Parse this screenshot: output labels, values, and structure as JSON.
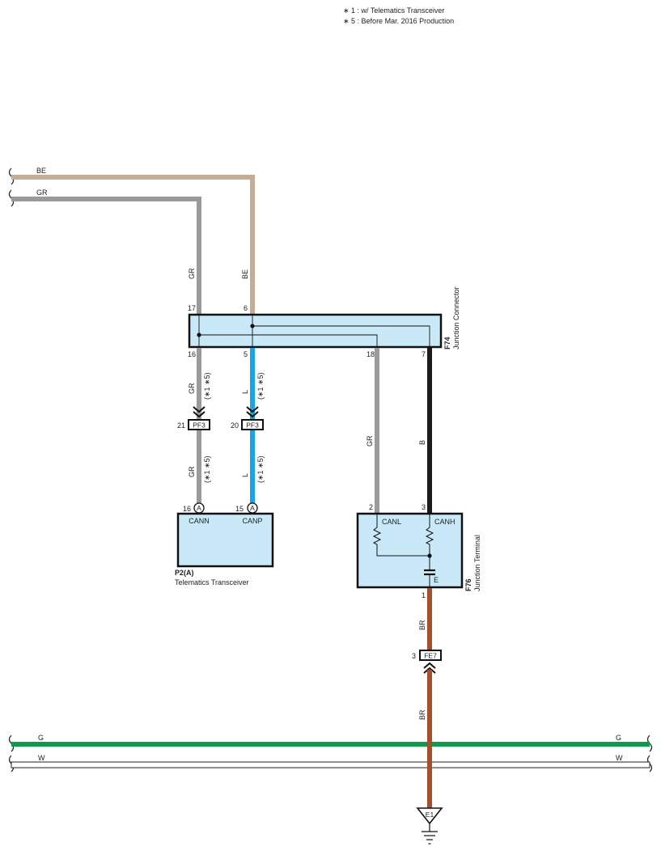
{
  "notes": {
    "n1": "∗ 1 : w/ Telematics Transceiver",
    "n5": "∗ 5 : Before Mar.  2016 Production"
  },
  "colors": {
    "BE": "#c2ad97",
    "GR": "#9a9a9a",
    "L": "#1aa3e6",
    "B": "#1b1b1b",
    "BR": "#a5502d",
    "G": "#0f9b4c",
    "W": "#ffffff",
    "connector_fill": "#c9e9f8"
  },
  "wires": {
    "top_be": "BE",
    "top_gr": "GR",
    "v_gr": "GR",
    "v_be": "BE",
    "gr_upper": "GR",
    "l_upper": "L",
    "gr_lower": "GR",
    "l_lower": "L",
    "gr_mid": "GR",
    "b_mid": "B",
    "br_upper": "BR",
    "br_lower": "BR",
    "bus_g_left": "G",
    "bus_g_right": "G",
    "bus_w_left": "W",
    "bus_w_right": "W"
  },
  "variant_note": "(∗1 ∗5)",
  "f74": {
    "code": "F74",
    "name": "Junction Connector",
    "pins": {
      "top_gr": "17",
      "top_be": "6",
      "bot_gr": "16",
      "bot_l": "5",
      "bot_gr2": "18",
      "bot_b": "7"
    }
  },
  "pf3_left": {
    "code": "PF3",
    "pin": "21"
  },
  "pf3_right": {
    "code": "PF3",
    "pin": "20"
  },
  "p2a": {
    "code": "P2(A)",
    "name": "Telematics Transceiver",
    "pin_cann": "16",
    "pin_canp": "15",
    "conn_letter": "A",
    "sig_cann": "CANN",
    "sig_canp": "CANP"
  },
  "f76": {
    "code": "F76",
    "name": "Junction Terminal",
    "pin_canl": "2",
    "pin_canh": "3",
    "pin_e": "1",
    "sig_canl": "CANL",
    "sig_canh": "CANH",
    "sig_e": "E"
  },
  "fe7": {
    "code": "FE7",
    "pin": "3"
  },
  "ground": {
    "code": "E1"
  }
}
